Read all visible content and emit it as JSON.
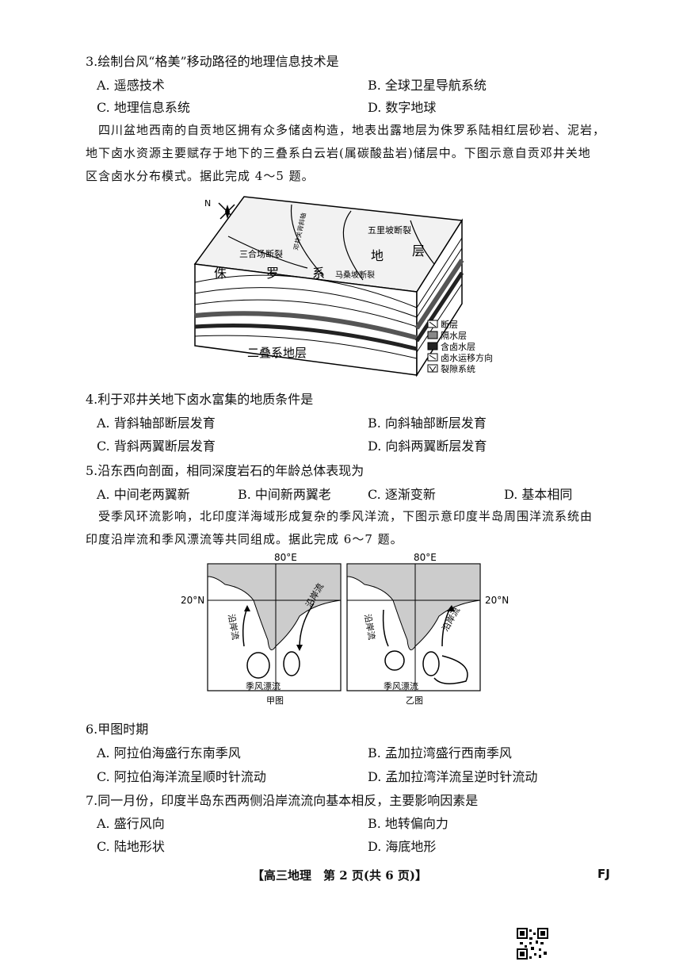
{
  "q3": {
    "stem": "3.绘制台风“格美”移动路径的地理信息技术是",
    "options": [
      "A. 遥感技术",
      "B. 全球卫星导航系统",
      "C. 地理信息系统",
      "D. 数字地球"
    ]
  },
  "passage1": [
    "四川盆地西南的自贡地区拥有众多储卤构造，地表出露地层为侏罗系陆相红层砂岩、泥岩，",
    "地下卤水资源主要赋存于地下的三叠系白云岩(属碳酸盐岩)储层中。下图示意自贡邓井关地",
    "区含卤水分布模式。据此完成 4～5 题。"
  ],
  "block_diagram": {
    "compass": "N",
    "labels": {
      "fault_sanhechang": "三合场断裂",
      "fault_wulipo": "五里坡断裂",
      "fault_masangpo": "马桑坡断裂",
      "dengjingguan": "邓井关背斜轴",
      "di": "地",
      "ceng": "层",
      "zhu": "侏",
      "luo": "罗",
      "xi": "系",
      "triassic": "二叠系地层"
    },
    "legend": [
      "断层",
      "隔水层",
      "含卤水层",
      "卤水运移方向",
      "裂隙系统"
    ]
  },
  "q4": {
    "stem": "4.利于邓井关地下卤水富集的地质条件是",
    "options": [
      "A. 背斜轴部断层发育",
      "B. 向斜轴部断层发育",
      "C. 背斜两翼断层发育",
      "D. 向斜两翼断层发育"
    ]
  },
  "q5": {
    "stem": "5.沿东西向剖面，相同深度岩石的年龄总体表现为",
    "options": [
      "A. 中间老两翼新",
      "B. 中间新两翼老",
      "C. 逐渐变新",
      "D. 基本相同"
    ]
  },
  "passage2": [
    "受季风环流影响，北印度洋海域形成复杂的季风洋流，下图示意印度半岛周围洋流系统由",
    "印度沿岸流和季风漂流等共同组成。据此完成 6～7 题。"
  ],
  "maps": {
    "lon": "80°E",
    "lat": "20°N",
    "coastal_current": "沿岸流",
    "monsoon_drift": "季风漂流",
    "left_caption": "甲图",
    "right_caption": "乙图"
  },
  "q6": {
    "stem": "6.甲图时期",
    "options": [
      "A. 阿拉伯海盛行东南季风",
      "B. 孟加拉湾盛行西南季风",
      "C. 阿拉伯海洋流呈顺时针流动",
      "D. 孟加拉湾洋流呈逆时针流动"
    ]
  },
  "q7": {
    "stem": "7.同一月份，印度半岛东西两侧沿岸流流向基本相反，主要影响因素是",
    "options": [
      "A. 盛行风向",
      "B. 地转偏向力",
      "C. 陆地形状",
      "D. 海底地形"
    ]
  },
  "footer": {
    "center": "【高三地理　第 2 页(共 6 页)】",
    "right": "FJ"
  }
}
